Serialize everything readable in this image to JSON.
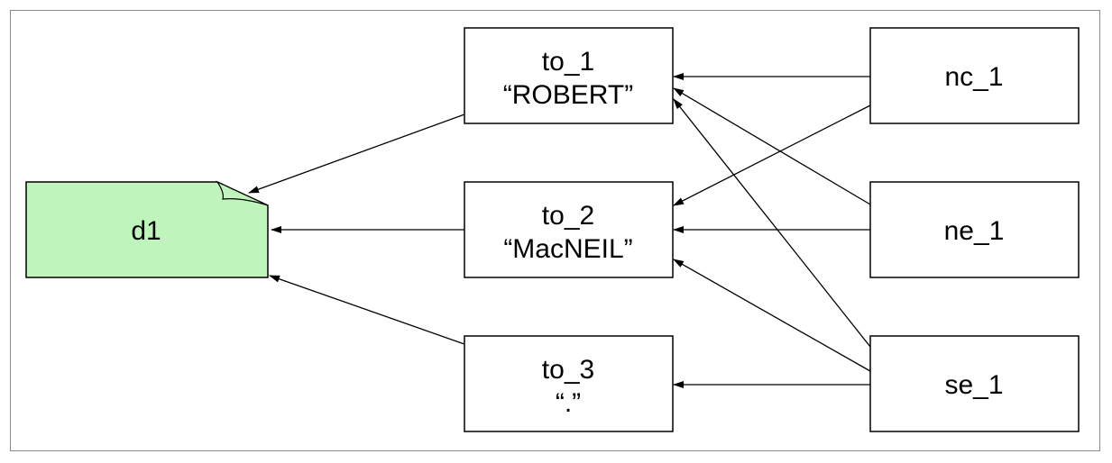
{
  "diagram": {
    "colors": {
      "document_fill": "#bff5bc",
      "stroke": "#000000",
      "frame_border": "#8a8a8a"
    },
    "document": {
      "id": "d1",
      "label": "d1"
    },
    "tokens": [
      {
        "id": "to_1",
        "line1": "to_1",
        "line2": "“ROBERT”"
      },
      {
        "id": "to_2",
        "line1": "to_2",
        "line2": "“MacNEIL”"
      },
      {
        "id": "to_3",
        "line1": "to_3",
        "line2": "“.”"
      }
    ],
    "annotations": [
      {
        "id": "nc_1",
        "label": "nc_1"
      },
      {
        "id": "ne_1",
        "label": "ne_1"
      },
      {
        "id": "se_1",
        "label": "se_1"
      }
    ],
    "edges": [
      {
        "from": "to_1",
        "to": "d1"
      },
      {
        "from": "to_2",
        "to": "d1"
      },
      {
        "from": "to_3",
        "to": "d1"
      },
      {
        "from": "nc_1",
        "to": "to_1"
      },
      {
        "from": "nc_1",
        "to": "to_2"
      },
      {
        "from": "ne_1",
        "to": "to_1"
      },
      {
        "from": "ne_1",
        "to": "to_2"
      },
      {
        "from": "se_1",
        "to": "to_1"
      },
      {
        "from": "se_1",
        "to": "to_2"
      },
      {
        "from": "se_1",
        "to": "to_3"
      }
    ]
  }
}
